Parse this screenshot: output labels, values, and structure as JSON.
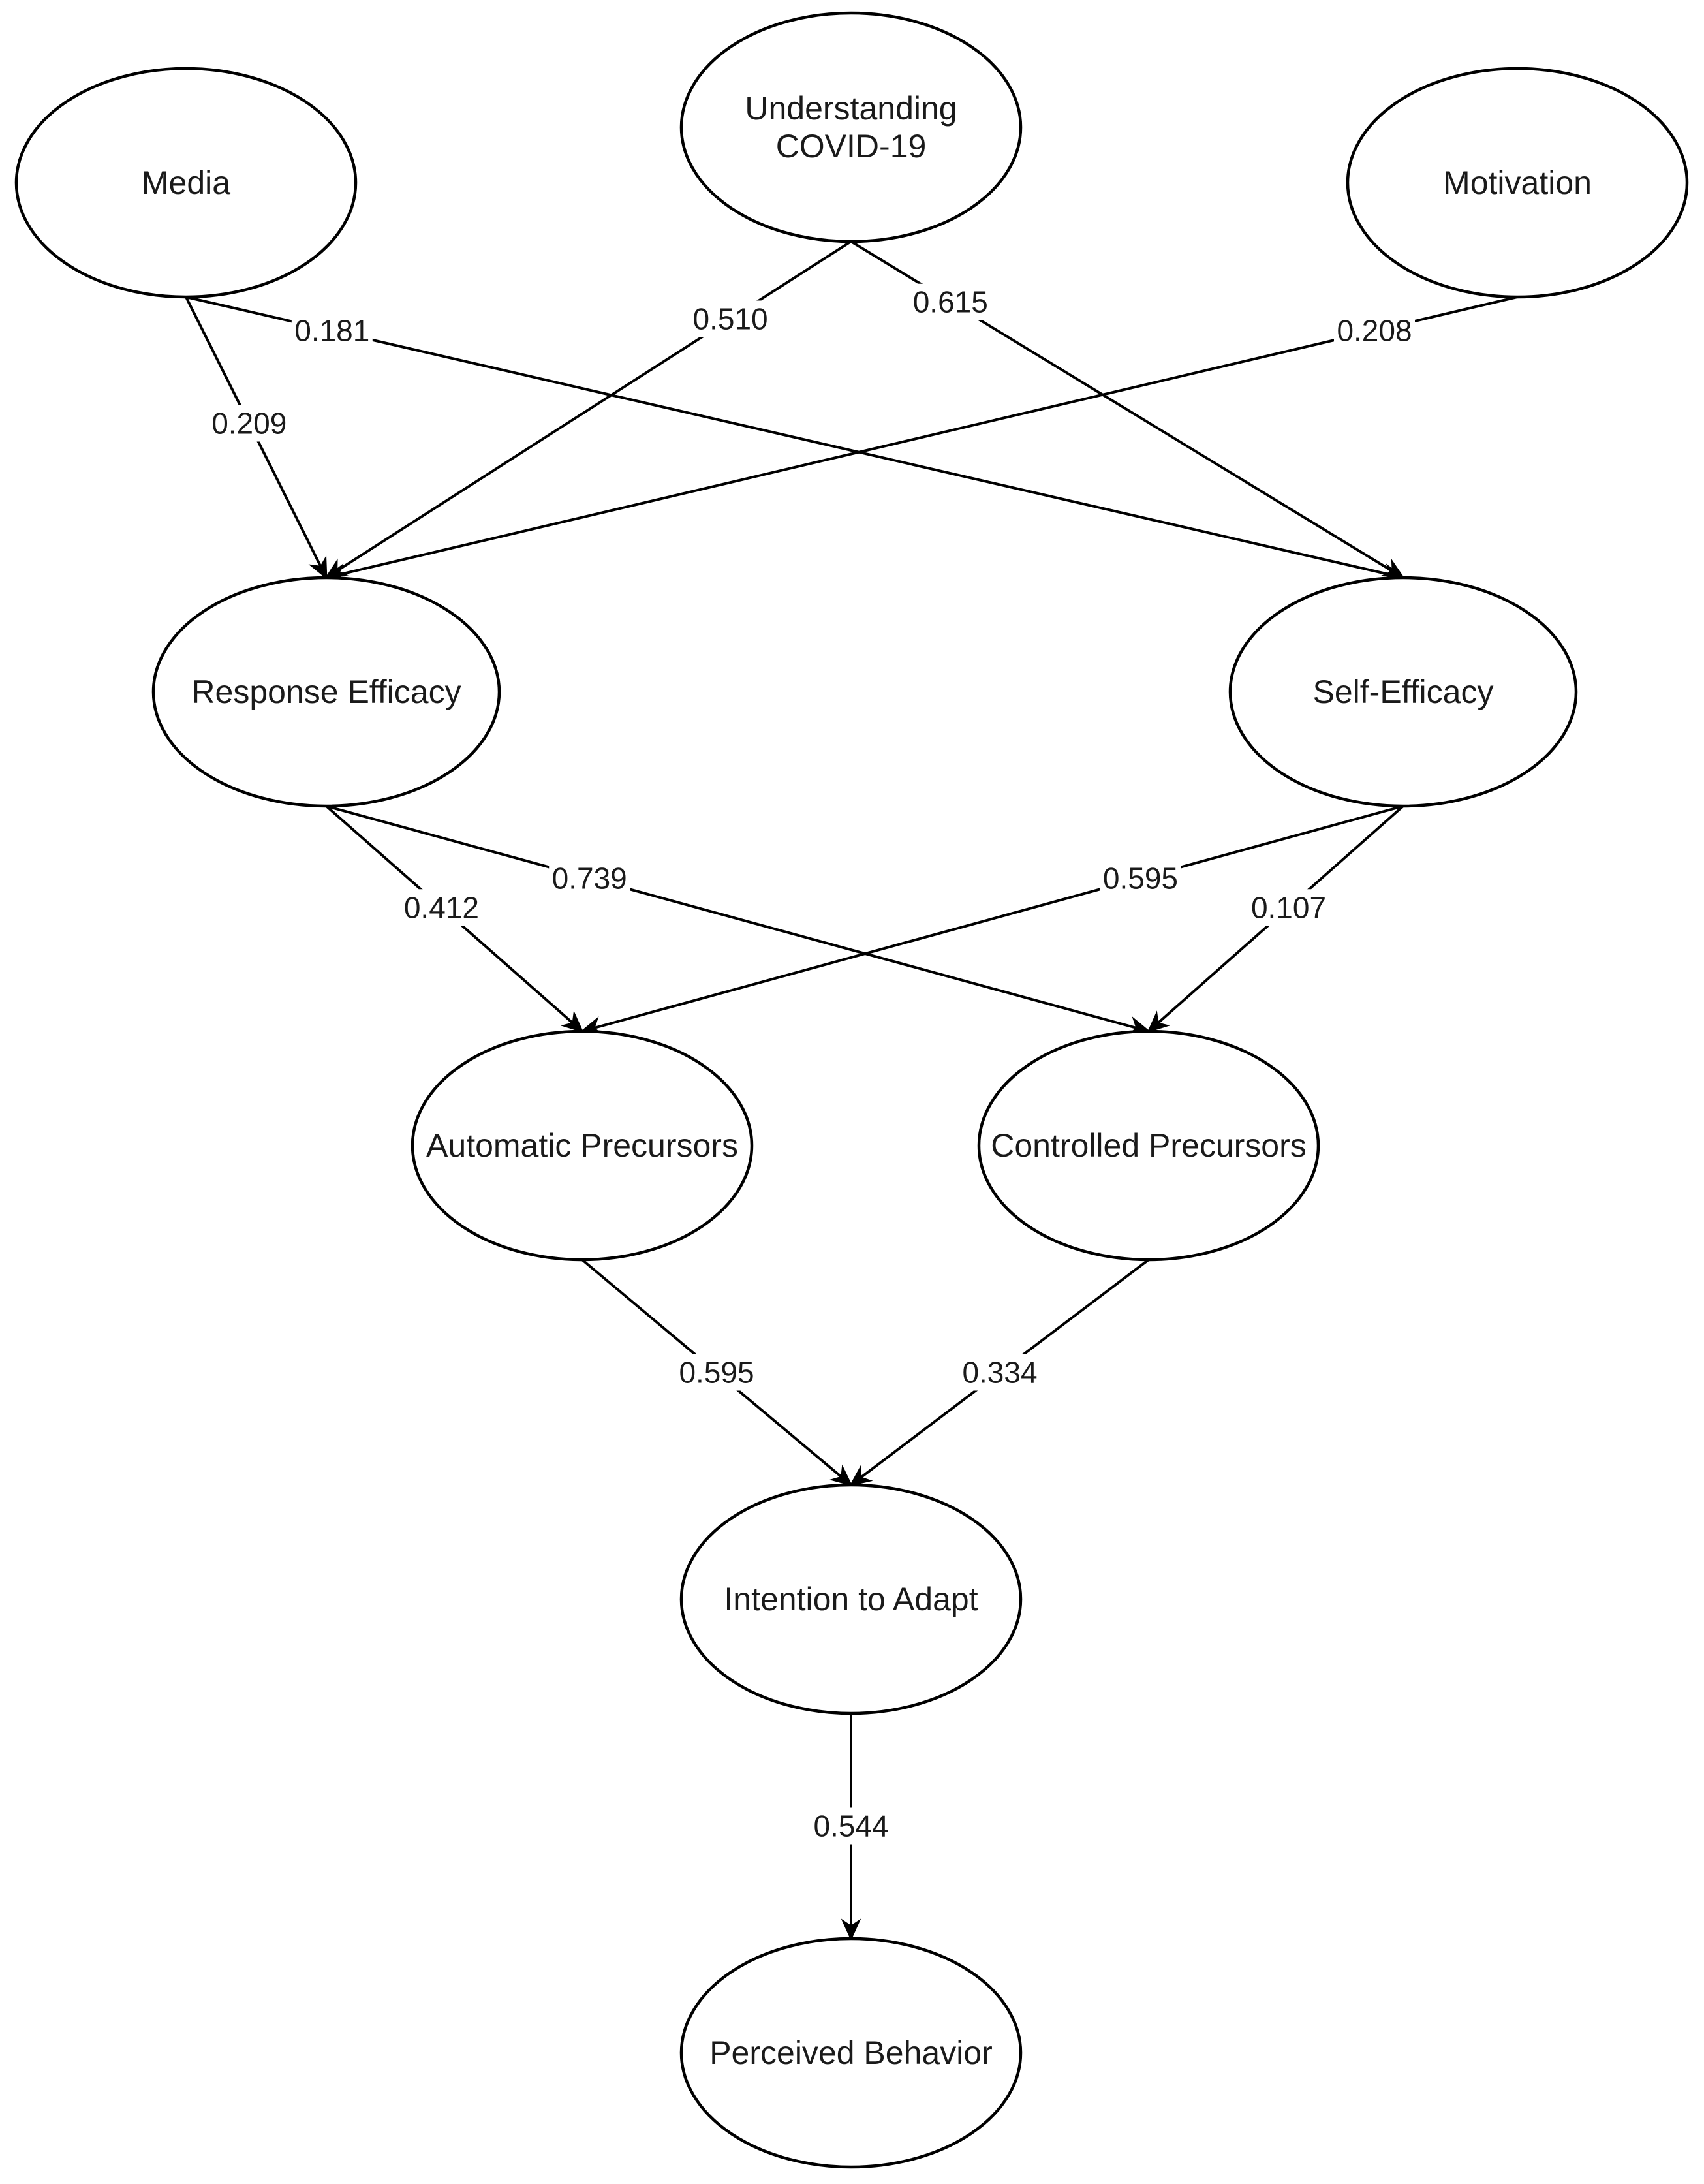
{
  "nodes": [
    {
      "id": "media",
      "label_lines": [
        "Media"
      ]
    },
    {
      "id": "understanding",
      "label_lines": [
        "Understanding",
        "COVID-19"
      ]
    },
    {
      "id": "motivation",
      "label_lines": [
        "Motivation"
      ]
    },
    {
      "id": "response",
      "label_lines": [
        "Response Efficacy"
      ]
    },
    {
      "id": "self",
      "label_lines": [
        "Self-Efficacy"
      ]
    },
    {
      "id": "automatic",
      "label_lines": [
        "Automatic Precursors"
      ]
    },
    {
      "id": "controlled",
      "label_lines": [
        "Controlled Precursors"
      ]
    },
    {
      "id": "intention",
      "label_lines": [
        "Intention to Adapt"
      ]
    },
    {
      "id": "perceived",
      "label_lines": [
        "Perceived Behavior"
      ]
    }
  ],
  "edges": [
    {
      "from": "media",
      "to": "response",
      "label": "0.209"
    },
    {
      "from": "media",
      "to": "self",
      "label": "0.181"
    },
    {
      "from": "understanding",
      "to": "response",
      "label": "0.510"
    },
    {
      "from": "understanding",
      "to": "self",
      "label": "0.615"
    },
    {
      "from": "motivation",
      "to": "response",
      "label": "0.208"
    },
    {
      "from": "response",
      "to": "automatic",
      "label": "0.412"
    },
    {
      "from": "response",
      "to": "controlled",
      "label": "0.739"
    },
    {
      "from": "self",
      "to": "automatic",
      "label": "0.595"
    },
    {
      "from": "self",
      "to": "controlled",
      "label": "0.107"
    },
    {
      "from": "automatic",
      "to": "intention",
      "label": "0.595"
    },
    {
      "from": "controlled",
      "to": "intention",
      "label": "0.334"
    },
    {
      "from": "intention",
      "to": "perceived",
      "label": "0.544"
    }
  ],
  "colors": {
    "stroke": "#000000",
    "text": "#1a1a1a",
    "background": "#ffffff"
  }
}
